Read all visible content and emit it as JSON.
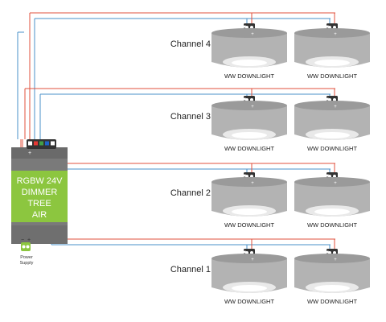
{
  "controller": {
    "label_lines": [
      "RGBW 24V",
      "DIMMER",
      "TREE",
      "AIR"
    ],
    "body_color": "#7a7a7a",
    "label_color": "#8cc63f"
  },
  "terminal_symbols": {
    "minus": "−",
    "plus": "+"
  },
  "power_supply": {
    "lines": [
      "Power",
      "Supply"
    ]
  },
  "channels": [
    {
      "label": "Channel 4",
      "lights": [
        "WW DOWNLIGHT",
        "WW DOWNLIGHT"
      ]
    },
    {
      "label": "Channel 3",
      "lights": [
        "WW DOWNLIGHT",
        "WW DOWNLIGHT"
      ]
    },
    {
      "label": "Channel 2",
      "lights": [
        "WW DOWNLIGHT",
        "WW DOWNLIGHT"
      ]
    },
    {
      "label": "Channel 1",
      "lights": [
        "WW DOWNLIGHT",
        "WW DOWNLIGHT"
      ]
    }
  ],
  "colors": {
    "wire_positive": "#e0503c",
    "wire_negative": "#4a90c8",
    "terminal_ports": [
      "#ffffff",
      "#e53935",
      "#43a047",
      "#1e63c8",
      "#ffffff"
    ]
  }
}
